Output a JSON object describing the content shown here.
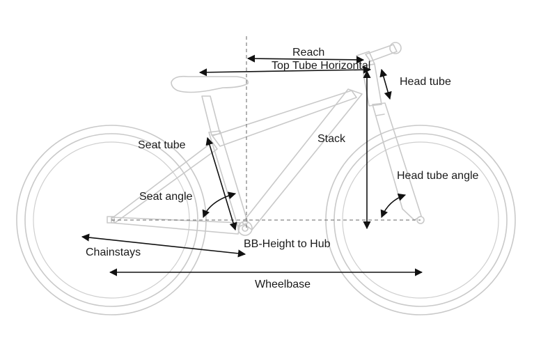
{
  "labels": {
    "reach": "Reach",
    "top_tube_horizontal": "Top Tube Horizontal",
    "head_tube": "Head tube",
    "stack": "Stack",
    "seat_tube": "Seat tube",
    "seat_angle": "Seat angle",
    "head_tube_angle": "Head tube angle",
    "chainstays": "Chainstays",
    "bb_height_to_hub": "BB-Height to Hub",
    "wheelbase": "Wheelbase"
  },
  "colors": {
    "frame_line": "#c9c9c9",
    "dimension_line": "#111111",
    "text": "#1a1a1a"
  }
}
